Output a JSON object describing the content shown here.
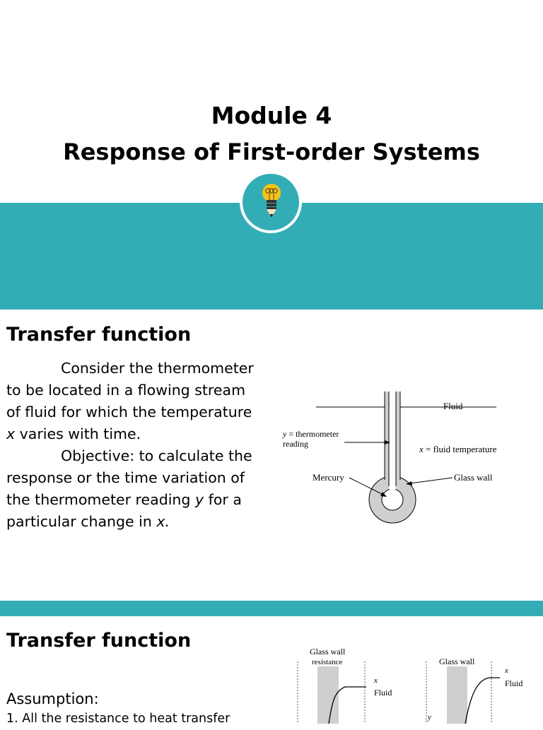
{
  "slide1": {
    "title_line1": "Module 4",
    "title_line2": "Response of First-order Systems",
    "icon": "lightbulb-pencil-icon",
    "accent_color": "#32adb6"
  },
  "slide2": {
    "heading": "Transfer function",
    "para": {
      "l1": "Consider the thermometer",
      "l2": "to be located in a flowing stream",
      "l3": "of fluid for which the temperature",
      "l4_var": "x",
      "l4_rest": " varies with time.",
      "l5": "Objective: to calculate the",
      "l6": "response or the time variation of",
      "l7_pre": "the thermometer reading ",
      "l7_var": "y",
      "l7_post": " for a",
      "l8_pre": "particular change in ",
      "l8_var": "x."
    },
    "diagram": {
      "fluid": "Fluid",
      "y_var": "y",
      "y_label": " = thermometer",
      "y_label2": "reading",
      "x_var": "x",
      "x_label": " = fluid temperature",
      "mercury": "Mercury",
      "glass_wall": "Glass wall"
    }
  },
  "slide3": {
    "heading": "Transfer function",
    "assumption": "Assumption:",
    "item1": "1. All the resistance to heat transfer",
    "diagram": {
      "left_title_1": "Glass wall",
      "left_title_2": "resistance",
      "left_x": "x",
      "left_fluid": "Fluid",
      "right_title": "Glass wall",
      "right_x": "x",
      "right_fluid": "Fluid",
      "right_y": "y"
    }
  }
}
